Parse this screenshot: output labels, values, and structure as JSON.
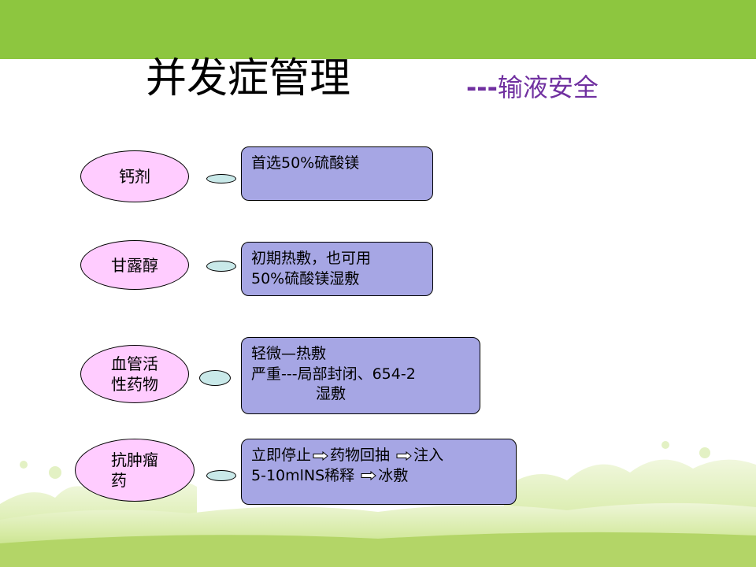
{
  "title": "并发症管理",
  "subtitle_dashes": "---",
  "subtitle_text": "输液安全",
  "rows": [
    {
      "category_lines": [
        "钙剂"
      ],
      "detail_lines": [
        "首选50%硫酸镁"
      ]
    },
    {
      "category_lines": [
        "甘露醇"
      ],
      "detail_lines": [
        "初期热敷，也可用",
        "50%硫酸镁湿敷"
      ]
    },
    {
      "category_lines": [
        "血管活",
        "性药物"
      ],
      "detail_lines": [
        "轻微—热敷",
        "严重---局部封闭、654-2",
        "湿敷"
      ]
    },
    {
      "category_lines": [
        "抗肿瘤",
        "药"
      ],
      "detail_parts": [
        [
          "立即停止",
          "药物回抽",
          "注入"
        ],
        [
          "5-10mlNS稀释",
          "冰敷"
        ]
      ]
    }
  ],
  "colors": {
    "top_band": "#8dc63f",
    "oval_fill": "#ffccff",
    "box_fill": "#a6a6e4",
    "link_fill": "#c9e9e9",
    "subtitle": "#7030a0"
  }
}
